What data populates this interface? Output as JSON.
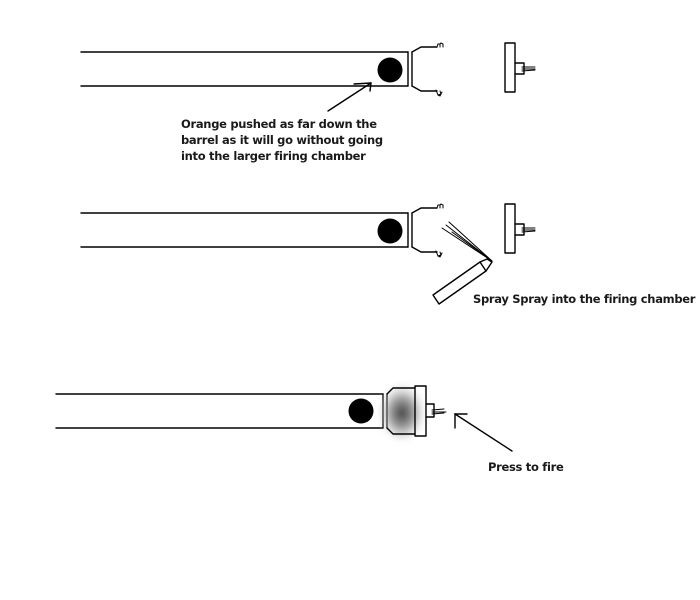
{
  "diagram": {
    "title": "Spud gun loading and firing steps",
    "steps": [
      {
        "id": "step-1",
        "annotation": [
          "Orange pushed as far down the",
          "barrel as it will go without going",
          "into the larger firing chamber"
        ]
      },
      {
        "id": "step-2",
        "annotation": [
          "Spray Spray into the firing chamber"
        ]
      },
      {
        "id": "step-3",
        "annotation": [
          "Press to fire"
        ]
      }
    ],
    "colors": {
      "ink": "#000000",
      "ball": "#000000",
      "propellant_cloud": "#3a3a3a",
      "background": "#ffffff"
    }
  }
}
